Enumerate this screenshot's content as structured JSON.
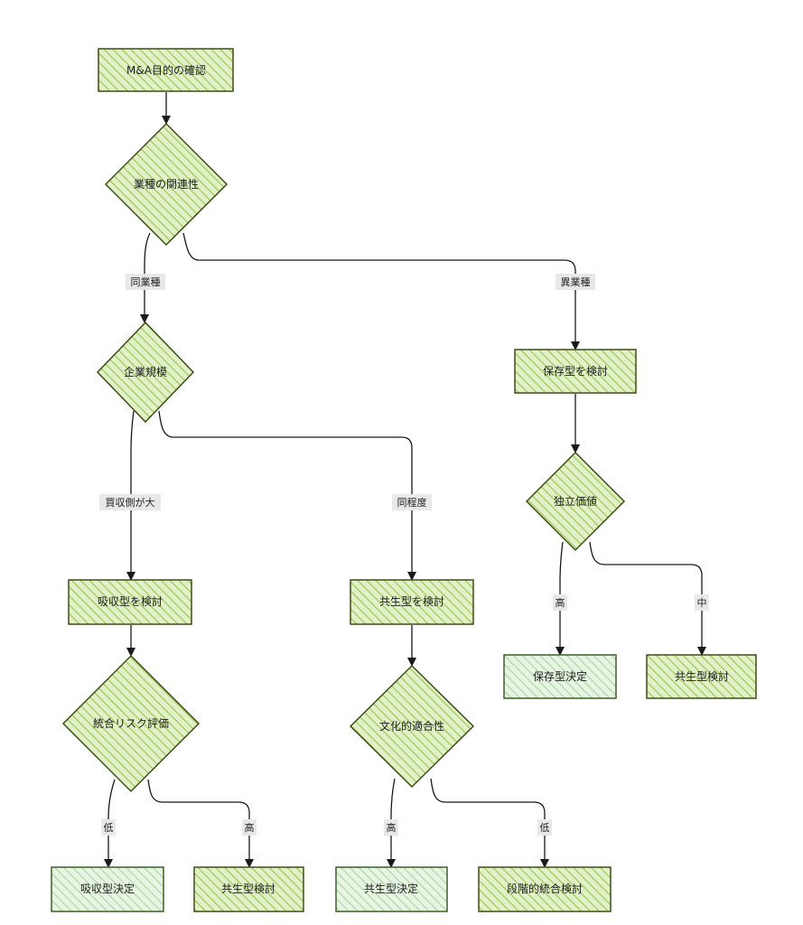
{
  "colors": {
    "node_fill": "#c7e29a",
    "node_stroke": "#3f4d18",
    "result_fill": "#d6ecd0",
    "result_stroke": "#3f5e2a",
    "edge": "#1a1a1a",
    "label_bg": "#e8e8e8"
  },
  "nodes": {
    "start": "M&A目的の確認",
    "industry": "業種の関連性",
    "size": "企業規模",
    "preserve": "保存型を検討",
    "independent": "独立価値",
    "absorb": "吸収型を検討",
    "symbiosis": "共生型を検討",
    "integration_risk": "統合リスク評価",
    "cultural_fit": "文化的適合性",
    "preserve_decided": "保存型決定",
    "symbiosis_review_right": "共生型検討",
    "absorb_decided": "吸収型決定",
    "symbiosis_review_left": "共生型検討",
    "symbiosis_decided": "共生型決定",
    "phased_integration": "段階的統合検討"
  },
  "edge_labels": {
    "same_industry": "同業種",
    "different_industry": "異業種",
    "buyer_larger": "買収側が大",
    "similar_size": "同程度",
    "independent_high": "高",
    "independent_mid": "中",
    "risk_low": "低",
    "risk_high": "高",
    "fit_high": "高",
    "fit_low": "低"
  }
}
